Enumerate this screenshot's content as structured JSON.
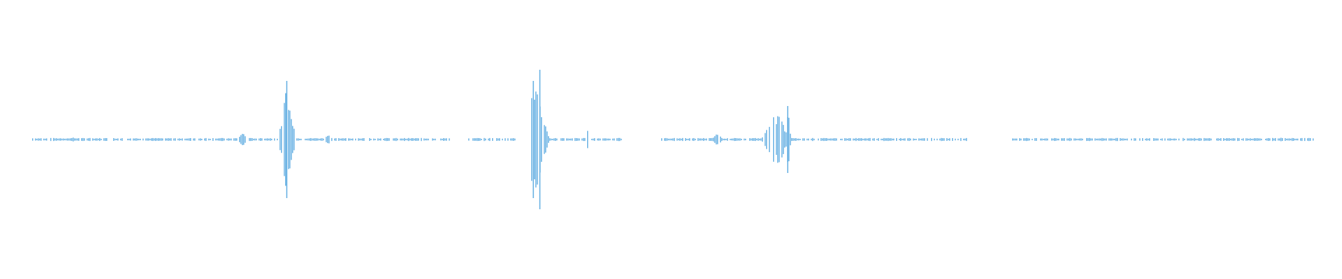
{
  "waveform": {
    "color": "#62aee2",
    "background": "#ffffff",
    "duration_fraction_start": 0.0,
    "duration_fraction_end": 1.0,
    "silence_segments": [
      [
        0.0,
        0.012
      ],
      [
        0.331,
        0.345
      ],
      [
        0.381,
        0.39
      ],
      [
        0.462,
        0.492
      ],
      [
        0.725,
        0.76
      ],
      [
        0.99,
        1.0
      ]
    ],
    "events": [
      {
        "name": "small-blip-1",
        "at": 0.043,
        "amplitude": 0.02,
        "width": 0.004
      },
      {
        "name": "small-blip-2",
        "at": 0.053,
        "amplitude": 0.015,
        "width": 0.003
      },
      {
        "name": "small-bump-1",
        "at": 0.173,
        "amplitude": 0.06,
        "width": 0.004
      },
      {
        "name": "spike-1",
        "at": 0.207,
        "amplitude": 0.42,
        "width": 0.007
      },
      {
        "name": "small-bump-2",
        "at": 0.238,
        "amplitude": 0.05,
        "width": 0.004
      },
      {
        "name": "tiny-blip-1",
        "at": 0.35,
        "amplitude": 0.01,
        "width": 0.002
      },
      {
        "name": "spike-2",
        "at": 0.395,
        "amplitude": 0.42,
        "width": 0.012
      },
      {
        "name": "spike-2b",
        "at": 0.4,
        "amplitude": 0.5,
        "width": 0.001
      },
      {
        "name": "small-spike-3",
        "at": 0.436,
        "amplitude": 0.1,
        "width": 0.002
      },
      {
        "name": "small-bump-3",
        "at": 0.535,
        "amplitude": 0.06,
        "width": 0.004
      },
      {
        "name": "burst-1",
        "at": 0.58,
        "amplitude": 0.2,
        "width": 0.012
      },
      {
        "name": "burst-1b",
        "at": 0.589,
        "amplitude": 0.24,
        "width": 0.002
      },
      {
        "name": "tiny-blip-2",
        "at": 0.965,
        "amplitude": 0.015,
        "width": 0.003
      }
    ]
  }
}
